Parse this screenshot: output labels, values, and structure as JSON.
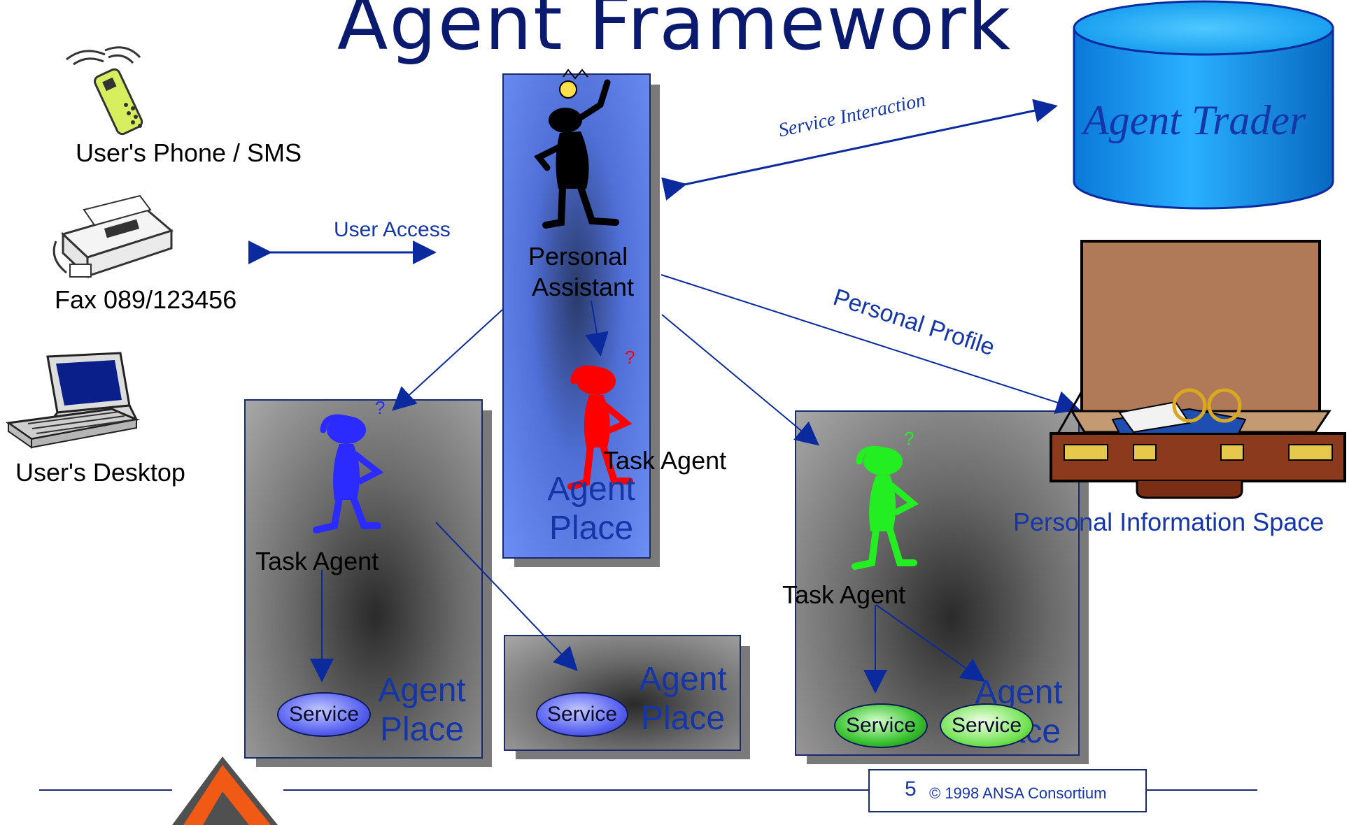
{
  "slide": {
    "title": "Agent Framework",
    "page_number": "5",
    "copyright": "© 1998 ANSA Consortium"
  },
  "devices": {
    "phone_label": "User's Phone / SMS",
    "fax_label": "Fax 089/123456",
    "desktop_label": "User's Desktop"
  },
  "links": {
    "user_access": "User Access",
    "service_interaction": "Service Interaction",
    "personal_profile": "Personal Profile"
  },
  "personal_assistant": {
    "line1": "Personal",
    "line2": "Assistant"
  },
  "task_agent_label": "Task Agent",
  "agent_place": {
    "line1": "Agent",
    "line2": "Place"
  },
  "service_label": "Service",
  "trader": {
    "label": "Agent Trader"
  },
  "info_space": {
    "label": "Personal Information Space"
  },
  "colors": {
    "title": "#0a1a6e",
    "link_text": "#1536a8",
    "agent_blue": "#2b2bff",
    "agent_red": "#ff0000",
    "agent_green": "#22ee22",
    "trader_cyan": "#1aa0f0",
    "briefcase": "#8b3a1e"
  }
}
